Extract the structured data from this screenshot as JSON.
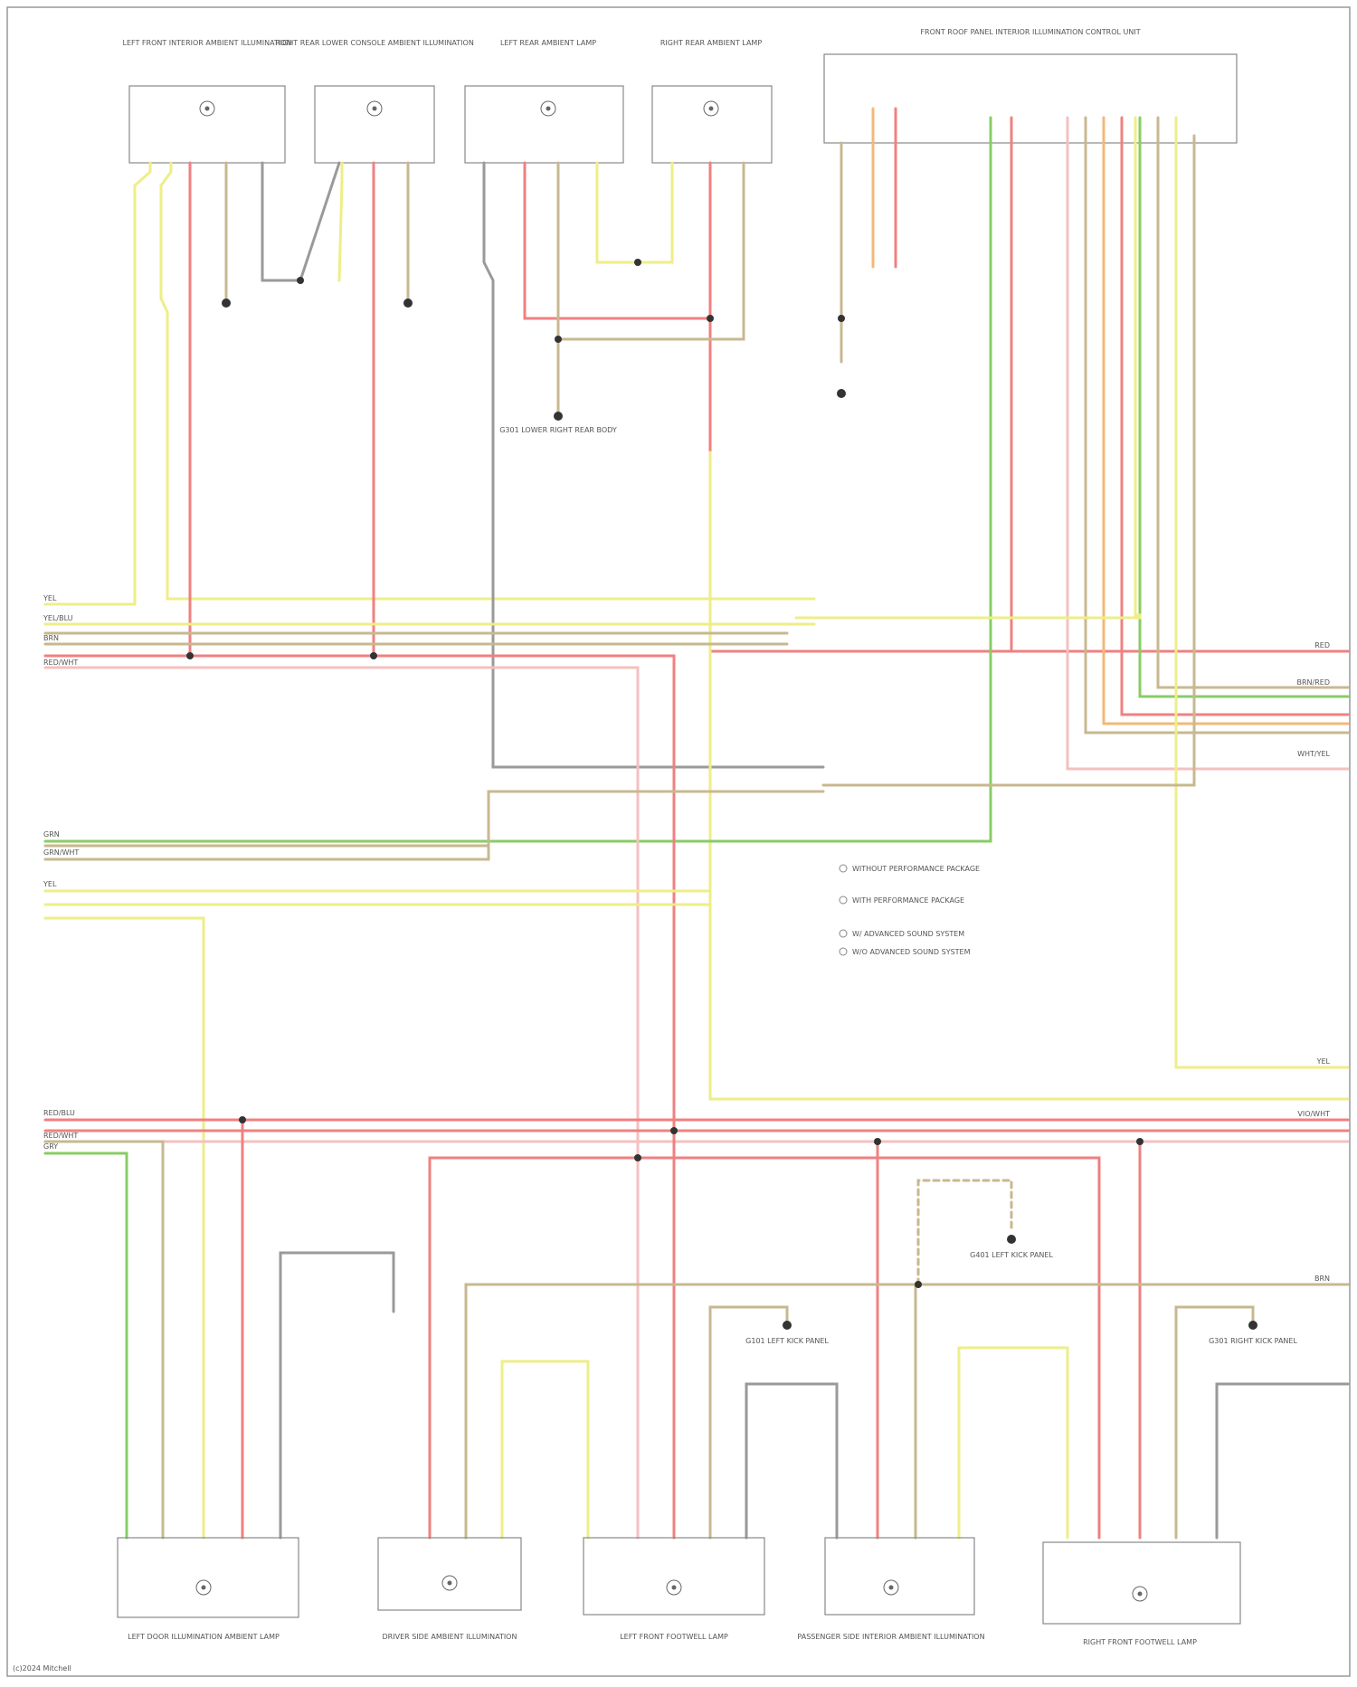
{
  "colors": {
    "yellow": "#eeee88",
    "red": "#f08080",
    "pink": "#f4c0c0",
    "green": "#88cc66",
    "tan": "#c8b890",
    "gray": "#9a9a9a",
    "orange": "#f4b878",
    "frame": "#888888"
  },
  "top_components": [
    "LEFT FRONT INTERIOR AMBIENT ILLUMINATION",
    "RIGHT REAR LOWER CONSOLE AMBIENT ILLUMINATION",
    "LEFT REAR AMBIENT LAMP",
    "RIGHT REAR AMBIENT LAMP"
  ],
  "control_unit": "FRONT ROOF PANEL INTERIOR ILLUMINATION CONTROL UNIT",
  "bottom_components": [
    "LEFT DOOR ILLUMINATION AMBIENT LAMP",
    "DRIVER SIDE AMBIENT ILLUMINATION",
    "LEFT FRONT FOOTWELL LAMP",
    "PASSENGER SIDE INTERIOR AMBIENT ILLUMINATION",
    "RIGHT FRONT FOOTWELL LAMP"
  ],
  "grounds": [
    "G301 LOWER RIGHT REAR BODY",
    "G401 LEFT KICK PANEL",
    "G101 LEFT KICK PANEL",
    "G301 RIGHT KICK PANEL"
  ],
  "legend": [
    "WITHOUT PERFORMANCE PACKAGE",
    "WITH PERFORMANCE PACKAGE",
    "W/ ADVANCED SOUND SYSTEM",
    "W/O ADVANCED SOUND SYSTEM"
  ],
  "wire_labels": {
    "yel": "YEL",
    "yel_blu": "YEL/BLU",
    "brn": "BRN",
    "red": "RED",
    "red_wht": "RED/WHT",
    "grn": "GRN",
    "grn_wht": "GRN/WHT",
    "wht_yel": "WHT/YEL",
    "brn_red": "BRN/RED",
    "gry": "GRY",
    "red_blu": "RED/BLU",
    "vio_wht": "VIO/WHT"
  },
  "footer": "(c)2024 Mitchell"
}
